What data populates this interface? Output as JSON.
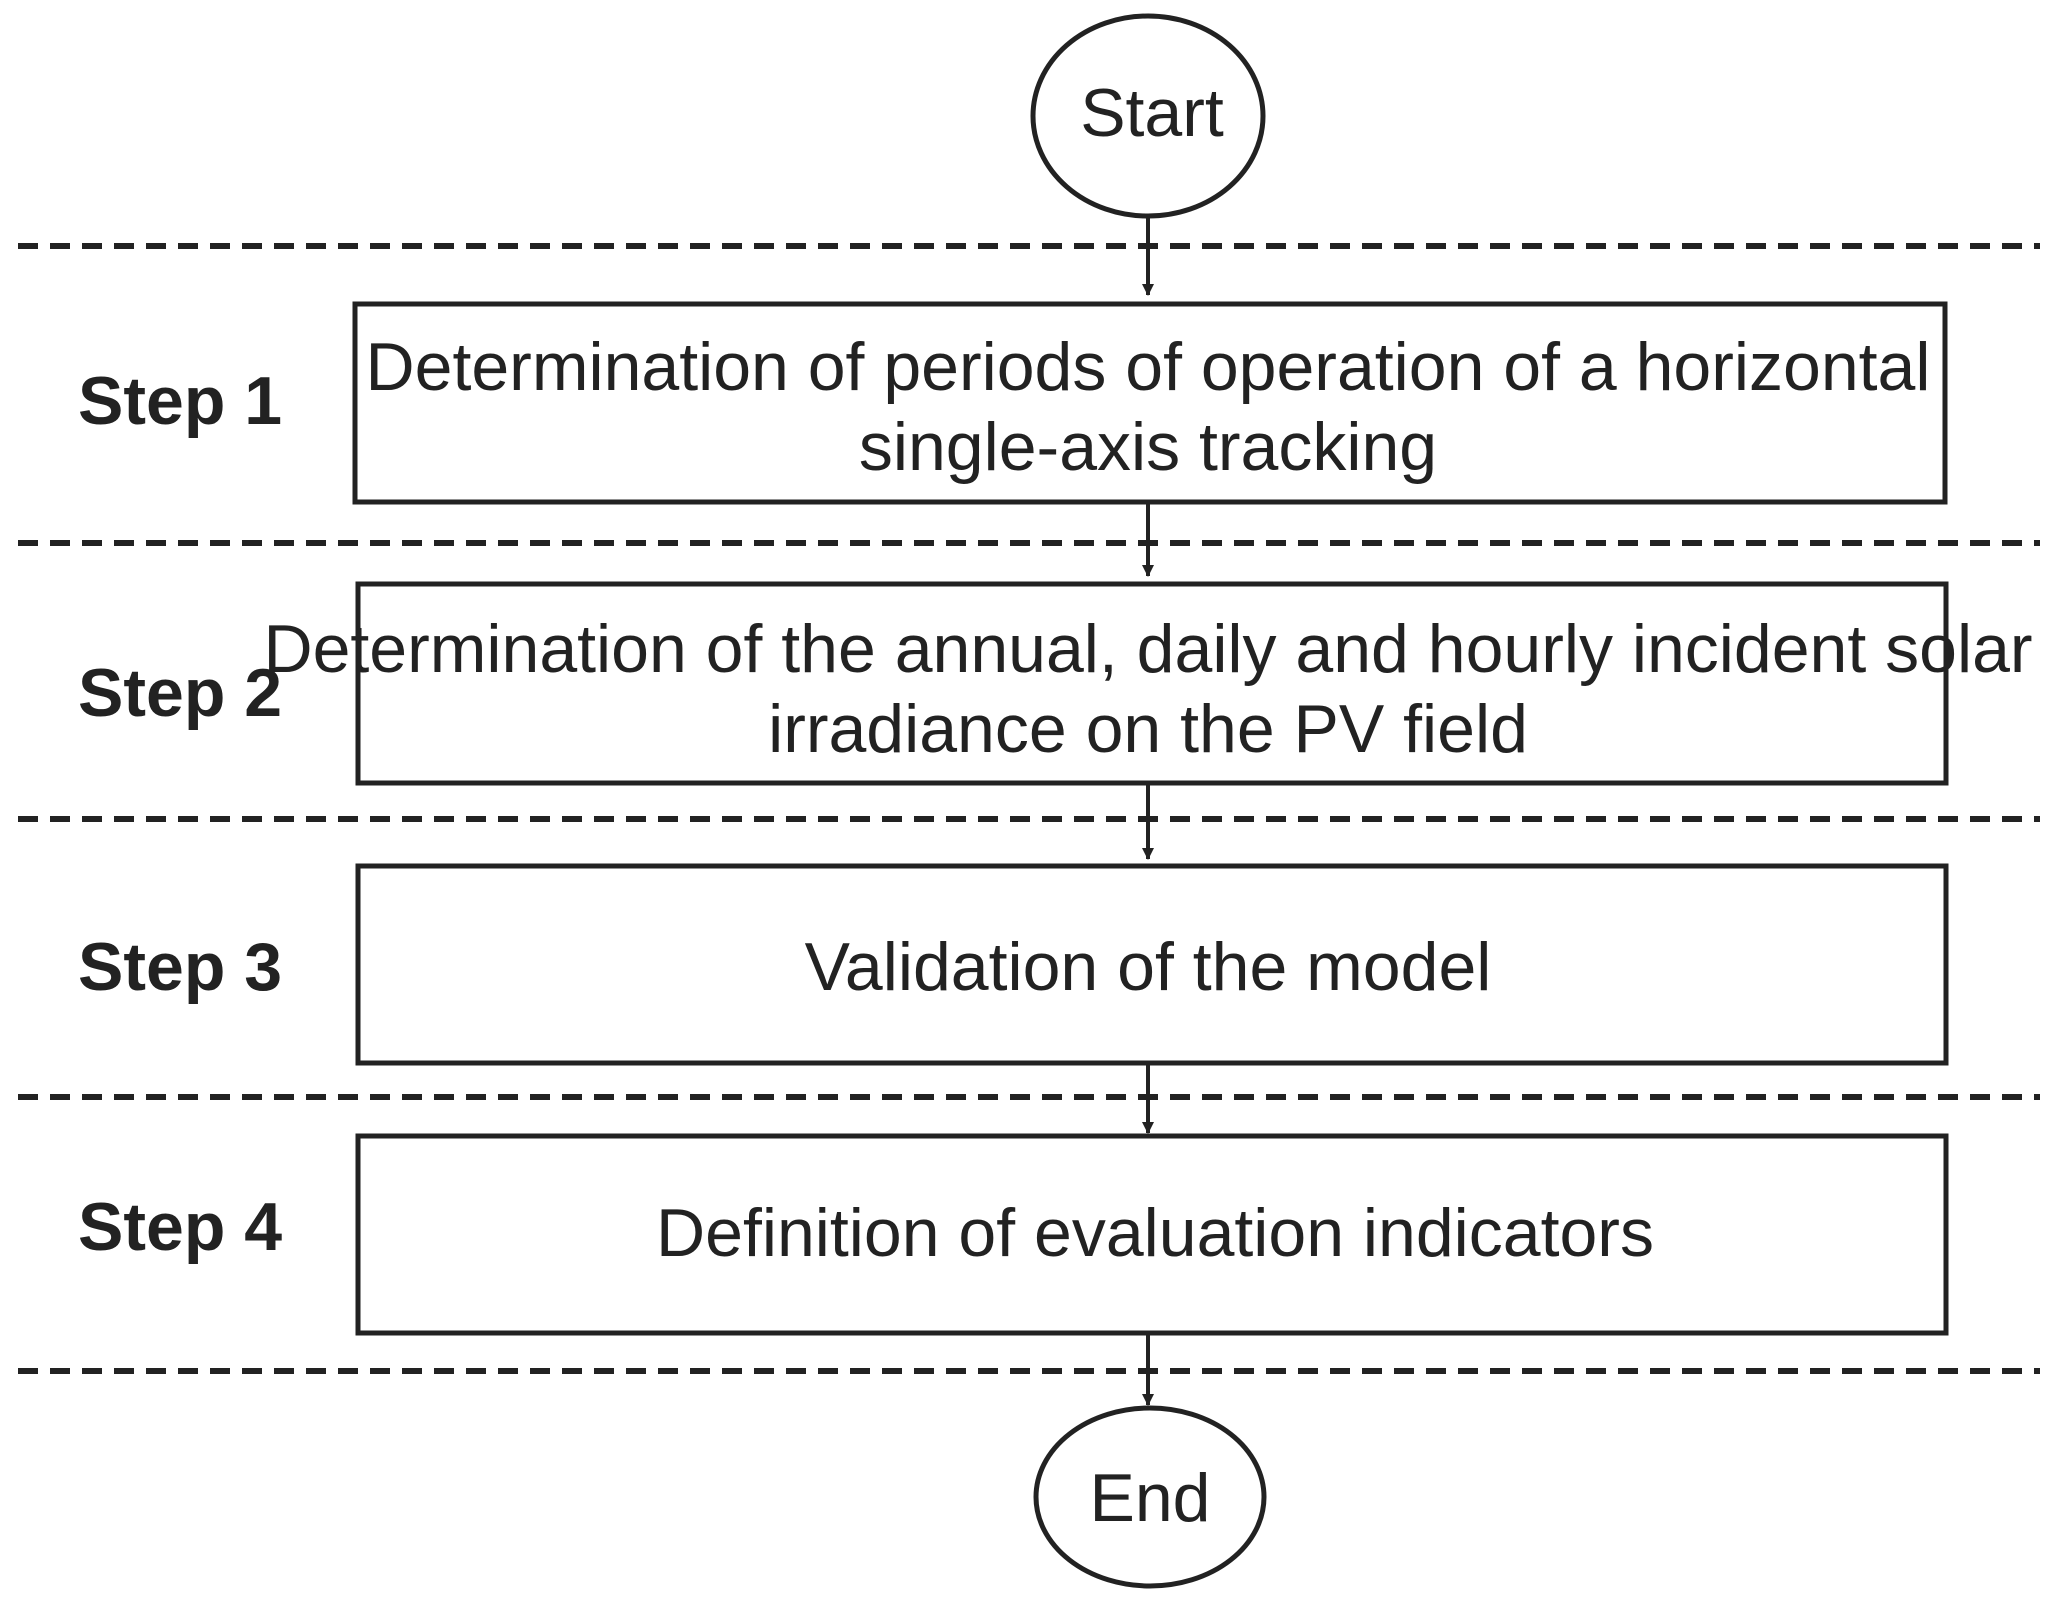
{
  "flowchart": {
    "start": "Start",
    "end": "End",
    "steps": [
      {
        "label": "Step 1",
        "lines": [
          "Determination of periods of operation of a horizontal",
          "single-axis tracking"
        ]
      },
      {
        "label": "Step 2",
        "lines": [
          "Determination of the annual, daily and hourly incident solar",
          "irradiance on the PV field"
        ]
      },
      {
        "label": "Step 3",
        "lines": [
          "Validation of the model"
        ]
      },
      {
        "label": "Step 4",
        "lines": [
          "Definition of evaluation indicators"
        ]
      }
    ]
  }
}
